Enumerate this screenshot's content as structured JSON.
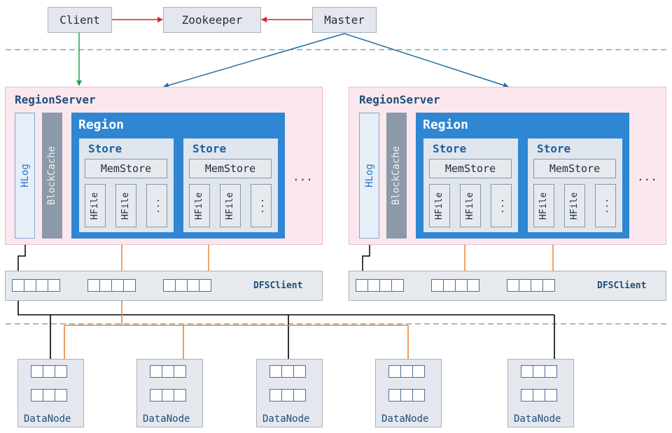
{
  "top": {
    "client": "Client",
    "zookeeper": "Zookeeper",
    "master": "Master"
  },
  "regionservers": [
    {
      "title": "RegionServer",
      "hlog": "HLog",
      "blockcache": "BlockCache",
      "region": "Region",
      "stores": [
        {
          "title": "Store",
          "memstore": "MemStore",
          "hfile1": "HFile",
          "hfile2": "HFile",
          "more": "..."
        },
        {
          "title": "Store",
          "memstore": "MemStore",
          "hfile1": "HFile",
          "hfile2": "HFile",
          "more": "..."
        }
      ],
      "ellipsis": "...",
      "dfsclient": "DFSClient"
    },
    {
      "title": "RegionServer",
      "hlog": "HLog",
      "blockcache": "BlockCache",
      "region": "Region",
      "stores": [
        {
          "title": "Store",
          "memstore": "MemStore",
          "hfile1": "HFile",
          "hfile2": "HFile",
          "more": "..."
        },
        {
          "title": "Store",
          "memstore": "MemStore",
          "hfile1": "HFile",
          "hfile2": "HFile",
          "more": "..."
        }
      ],
      "ellipsis": "...",
      "dfsclient": "DFSClient"
    }
  ],
  "datanodes": [
    "DataNode",
    "DataNode",
    "DataNode",
    "DataNode",
    "DataNode"
  ],
  "colors": {
    "red_arrow": "#e02020",
    "green_arrow": "#1aa64a",
    "blue_arrow": "#1f6ea0",
    "orange_arrow": "#ee8433",
    "black_arrow": "#000000",
    "dash": "#3d7f8f"
  }
}
